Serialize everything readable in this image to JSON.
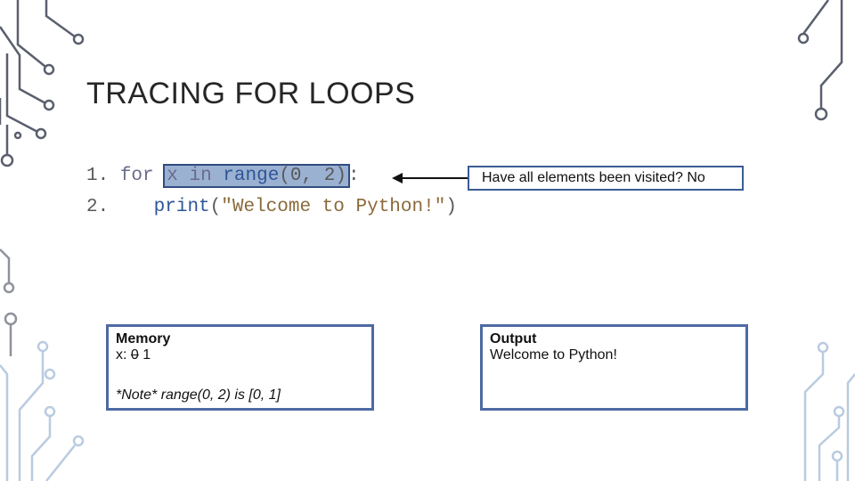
{
  "slide": {
    "title": "TRACING FOR LOOPS"
  },
  "code": {
    "line1": {
      "number": "1.",
      "keyword": "for",
      "var": "x",
      "in_kw": "in",
      "func": "range",
      "args": "(0, 2)",
      "colon": ":"
    },
    "line2": {
      "number": "2.",
      "func": "print",
      "open": "(",
      "string": "\"Welcome to Python!\"",
      "close": ")"
    }
  },
  "callout": {
    "text": "Have all elements been visited? No"
  },
  "memory": {
    "heading": "Memory",
    "var_label": "x:",
    "old_value": "0",
    "new_value": "1",
    "note": "*Note* range(0, 2) is [0, 1]"
  },
  "output": {
    "heading": "Output",
    "text": "Welcome to Python!"
  },
  "colors": {
    "panel_border": "#4e6aa4",
    "highlight_fill": "#9bb1d2",
    "circuit_gray": "#5a5f6e",
    "circuit_light": "#b9cbe0"
  }
}
